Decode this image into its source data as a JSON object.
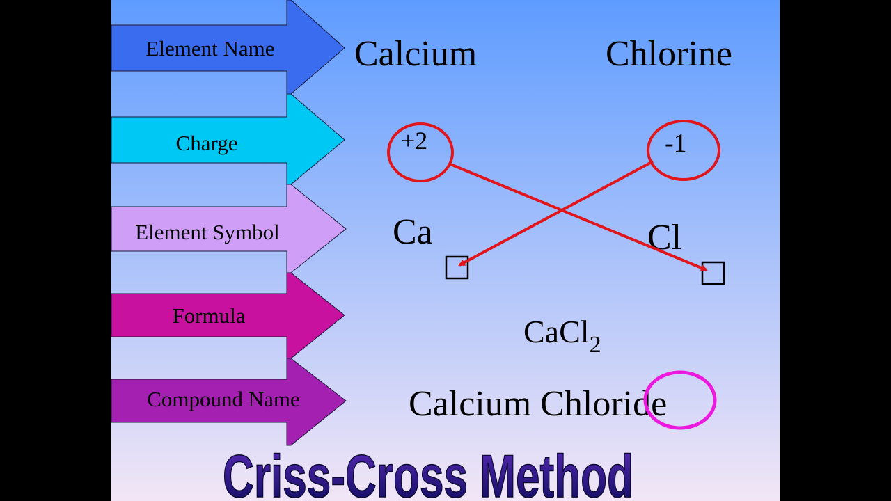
{
  "colors": {
    "slide_gradient_top": "#5e9cff",
    "slide_gradient_bottom": "#f2e6f6",
    "letterbox": "#000000",
    "red_marker": "#e0161c",
    "magenta_marker": "#ec1adf",
    "title_fill_top": "#5a2bb8",
    "title_fill_bottom": "#0c0a5a",
    "arrow_outline": "#1a1a3a",
    "black_text": "#000000"
  },
  "rows": [
    {
      "label": "Element Name",
      "color": "#3a6cf0"
    },
    {
      "label": "Charge",
      "color": "#00c8f5"
    },
    {
      "label": "Element Symbol",
      "color": "#cf9ff8"
    },
    {
      "label": "Formula",
      "color": "#c8129f"
    },
    {
      "label": "Compound Name",
      "color": "#a320b0"
    }
  ],
  "elements": {
    "cation_name": "Calcium",
    "anion_name": "Chlorine",
    "cation_charge": "+2",
    "anion_charge": "-1",
    "cation_symbol": "Ca",
    "anion_symbol": "Cl"
  },
  "formula": {
    "base": "CaCl",
    "subscript": "2"
  },
  "compound_name": "Calcium Chloride",
  "title": "Criss-Cross Method"
}
